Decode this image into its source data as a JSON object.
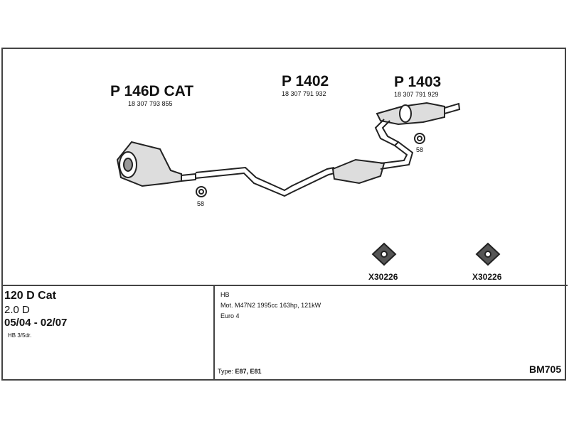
{
  "parts": [
    {
      "number": "P 146D CAT",
      "oem": "18 307 793 855"
    },
    {
      "number": "P 1402",
      "oem": "18 307 791 932"
    },
    {
      "number": "P 1403",
      "oem": "18 307 791 929"
    }
  ],
  "clamps": [
    {
      "label": "58"
    },
    {
      "label": "58"
    }
  ],
  "mounts": [
    {
      "label": "X30226"
    },
    {
      "label": "X30226"
    }
  ],
  "vehicle": {
    "model": "120 D Cat",
    "engine": "2.0 D",
    "years": "05/04 - 02/07",
    "body": "HB 3/5dr."
  },
  "details": {
    "body": "HB",
    "motor": "Mot. M47N2 1995cc 163hp, 121kW",
    "emission": "Euro 4",
    "type_label": "Type:",
    "type_value": "E87, E81"
  },
  "code": "BM705"
}
